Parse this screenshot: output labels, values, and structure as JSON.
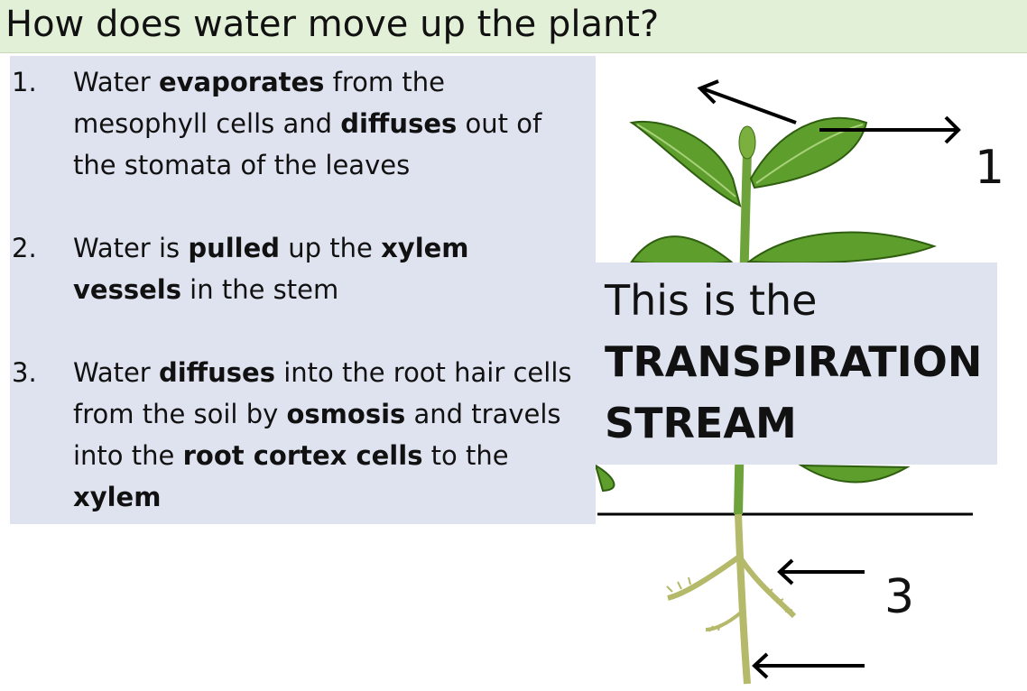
{
  "title": "How does water move up the plant?",
  "steps": [
    {
      "number": "1.",
      "parts": [
        {
          "t": "Water ",
          "b": false
        },
        {
          "t": "evaporates",
          "b": true
        },
        {
          "t": " from the mesophyll cells and ",
          "b": false
        },
        {
          "t": "diffuses",
          "b": true
        },
        {
          "t": " out of the stomata of the leaves",
          "b": false
        }
      ]
    },
    {
      "number": "2.",
      "parts": [
        {
          "t": "Water is ",
          "b": false
        },
        {
          "t": "pulled",
          "b": true
        },
        {
          "t": " up the ",
          "b": false
        },
        {
          "t": "xylem vessels",
          "b": true
        },
        {
          "t": " in the stem",
          "b": false
        }
      ]
    },
    {
      "number": "3.",
      "parts": [
        {
          "t": "Water ",
          "b": false
        },
        {
          "t": "diffuses",
          "b": true
        },
        {
          "t": " into the root hair cells from the soil by ",
          "b": false
        },
        {
          "t": "osmosis",
          "b": true
        },
        {
          "t": " and travels into the ",
          "b": false
        },
        {
          "t": "root cortex cells",
          "b": true
        },
        {
          "t": " to the ",
          "b": false
        },
        {
          "t": "xylem",
          "b": true
        }
      ]
    }
  ],
  "callout": {
    "line1": "This is the",
    "line2": "TRANSPIRATION",
    "line3": "STREAM"
  },
  "diagram_labels": {
    "top": "1",
    "bottom": "3"
  },
  "colors": {
    "title_bg": "#e3f0d8",
    "panel_bg": "#dfe3f0",
    "leaf": "#5d9e2c",
    "stem": "#7fb24a",
    "root": "#b5b96a"
  }
}
